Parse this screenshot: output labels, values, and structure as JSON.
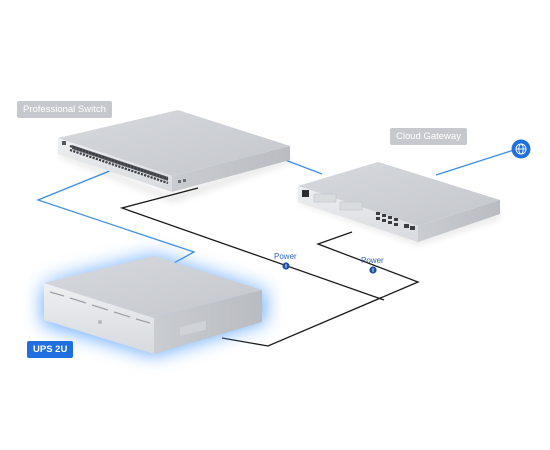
{
  "labels": {
    "switch": "Professional Switch",
    "gateway": "Cloud Gateway",
    "ups": "UPS 2U",
    "power_left": "Power",
    "power_right": "Power"
  },
  "colors": {
    "ethernet": "#3d8ee8",
    "power_cable": "#1a1a1a",
    "accent": "#1f6fe0",
    "tag_grey": "#c5c8cd",
    "ups_glow": "#5aa2ff",
    "device_body": "#e3e5e8"
  },
  "icons": {
    "internet": "globe-icon",
    "power_marker": "power-plug-icon"
  }
}
